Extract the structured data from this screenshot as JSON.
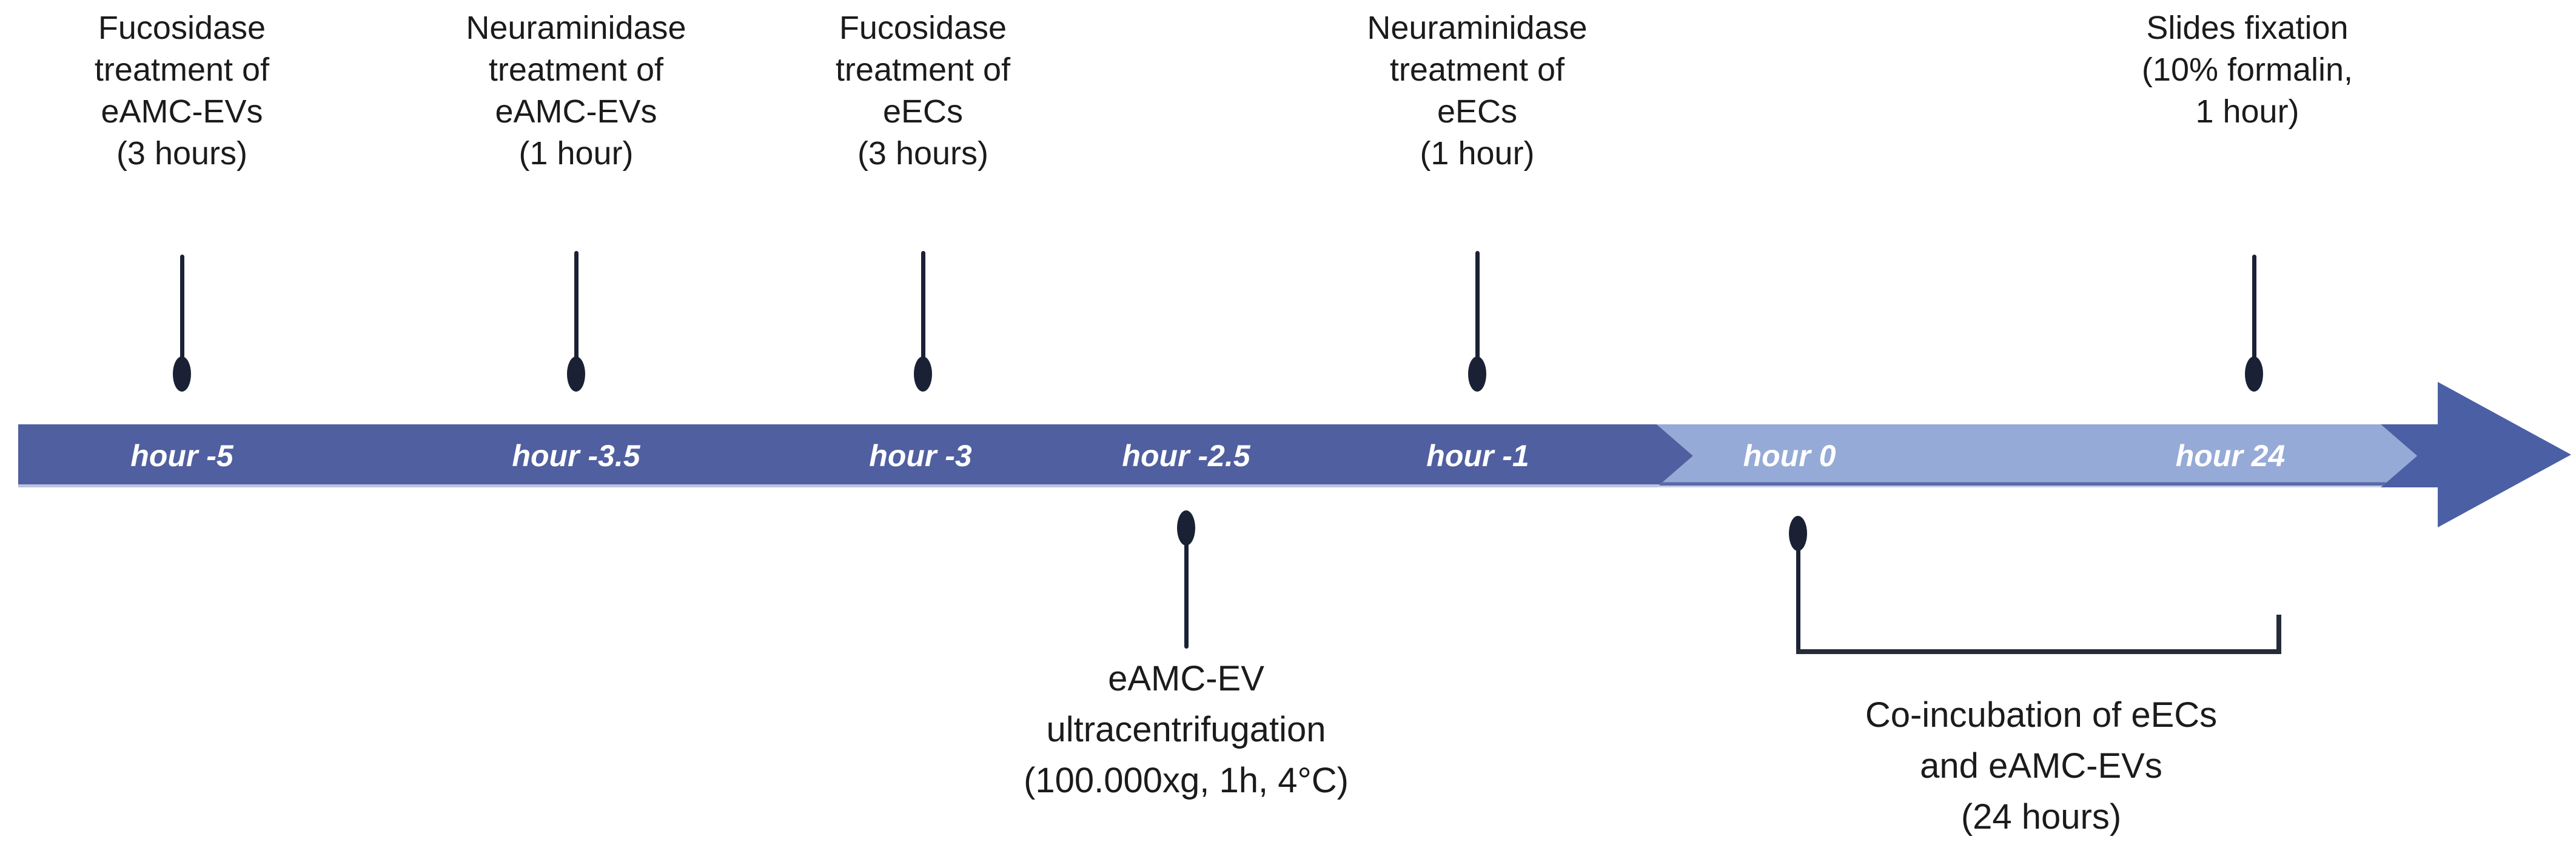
{
  "figure": {
    "type": "experimental-timeline",
    "unit": "hour",
    "colors": {
      "bar_dark": "#505FA0",
      "bar_light": "#96AAD7",
      "arrowhead": "#4B5FA5",
      "pin": "#1B2135",
      "bracket": "#262B38",
      "text": "#1B1B1B",
      "tick_text": "#FFFFFF"
    }
  },
  "timeline": {
    "ticks": [
      {
        "label": "hour -5",
        "value": -5
      },
      {
        "label": "hour -3.5",
        "value": -3.5
      },
      {
        "label": "hour -3",
        "value": -3
      },
      {
        "label": "hour -2.5",
        "value": -2.5
      },
      {
        "label": "hour -1",
        "value": -1
      },
      {
        "label": "hour 0",
        "value": 0
      },
      {
        "label": "hour 24",
        "value": 24
      }
    ]
  },
  "events_above": [
    {
      "at": "hour -5",
      "lines": [
        "Fucosidase",
        "treatment of",
        "eAMC-EVs",
        "(3 hours)"
      ]
    },
    {
      "at": "hour -3.5",
      "lines": [
        "Neuraminidase",
        "treatment of",
        "eAMC-EVs",
        "(1 hour)"
      ]
    },
    {
      "at": "hour -3",
      "lines": [
        "Fucosidase",
        "treatment of",
        "eECs",
        "(3 hours)"
      ]
    },
    {
      "at": "hour -1",
      "lines": [
        "Neuraminidase",
        "treatment of",
        "eECs",
        "(1 hour)"
      ]
    },
    {
      "at": "hour 24",
      "lines": [
        "Slides fixation",
        "(10% formalin,",
        "1 hour)"
      ]
    }
  ],
  "events_below": [
    {
      "at": "hour -2.5",
      "lines": [
        "eAMC-EV",
        "ultracentrifugation",
        "(100.000xg, 1h, 4°C)"
      ]
    },
    {
      "at": "hour 0 to hour 24",
      "lines": [
        "Co-incubation of eECs",
        "and eAMC-EVs",
        "(24 hours)"
      ]
    }
  ]
}
